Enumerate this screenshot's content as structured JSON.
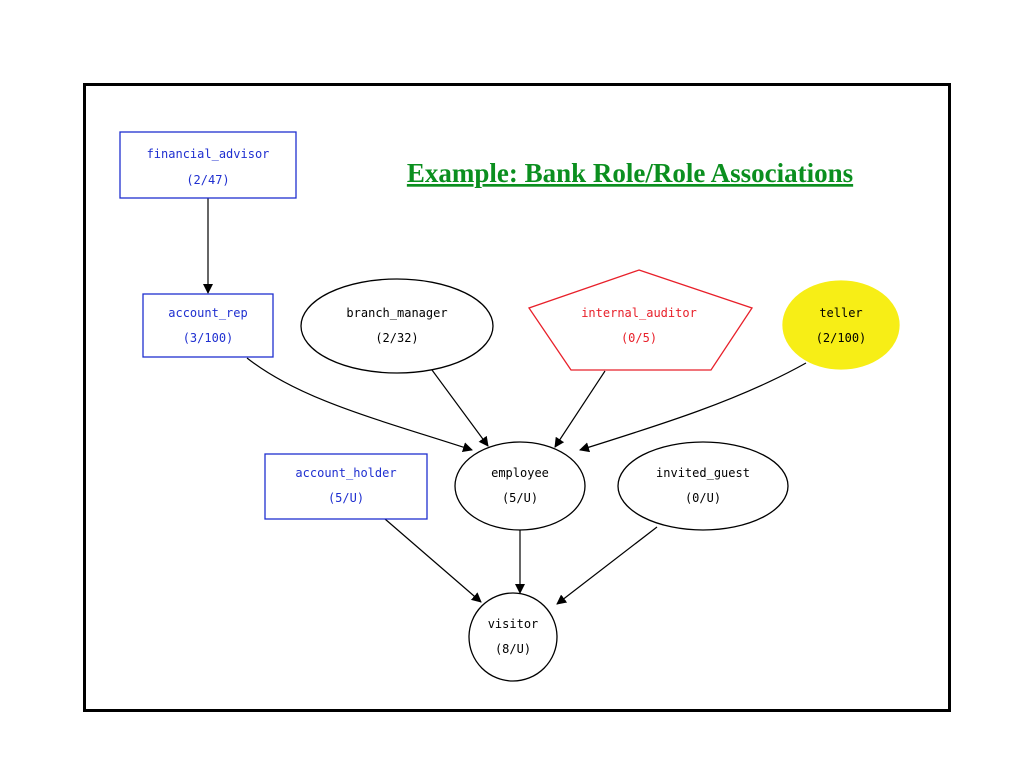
{
  "title": "Example: Bank Role/Role Associations",
  "colors": {
    "blue": "#1f2fd0",
    "red": "#e8202a",
    "black": "#000000",
    "green": "#0b8f1f",
    "teller_fill": "#f7ee16"
  },
  "nodes": {
    "financial_advisor": {
      "name": "financial_advisor",
      "count": "(2/47)"
    },
    "account_rep": {
      "name": "account_rep",
      "count": "(3/100)"
    },
    "branch_manager": {
      "name": "branch_manager",
      "count": "(2/32)"
    },
    "internal_auditor": {
      "name": "internal_auditor",
      "count": "(0/5)"
    },
    "teller": {
      "name": "teller",
      "count": "(2/100)"
    },
    "account_holder": {
      "name": "account_holder",
      "count": "(5/U)"
    },
    "employee": {
      "name": "employee",
      "count": "(5/U)"
    },
    "invited_guest": {
      "name": "invited_guest",
      "count": "(0/U)"
    },
    "visitor": {
      "name": "visitor",
      "count": "(8/U)"
    }
  }
}
